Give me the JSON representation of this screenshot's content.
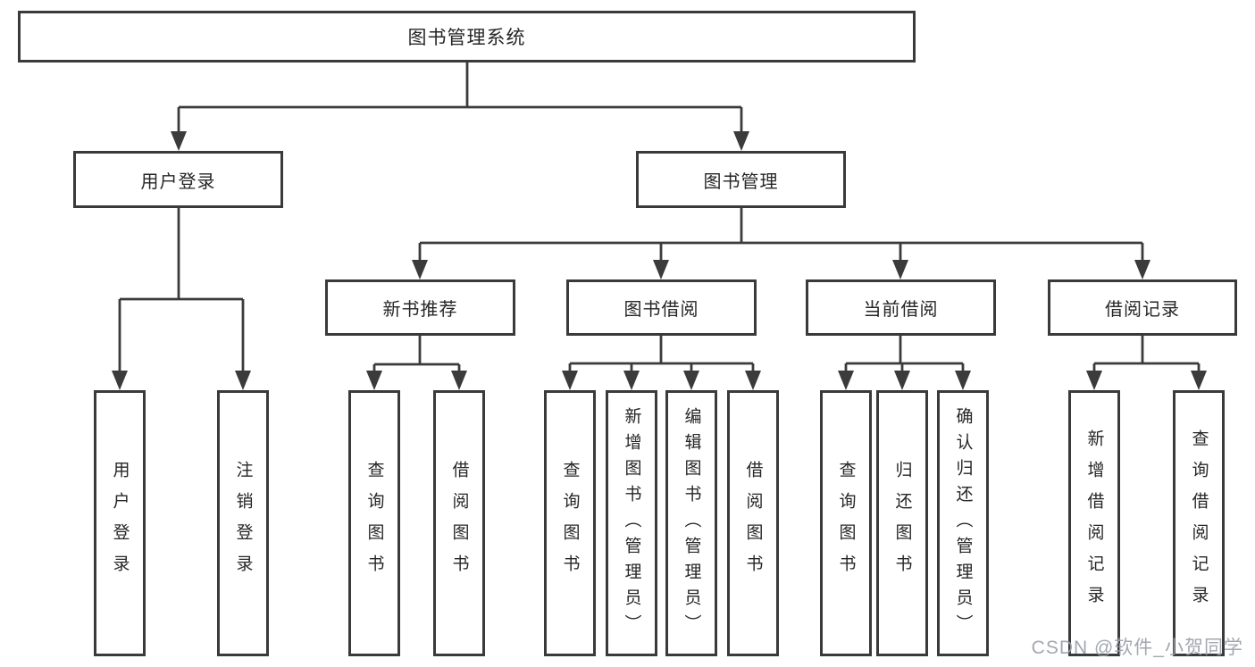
{
  "diagram": {
    "root": {
      "label": "图书管理系统"
    },
    "level2": [
      {
        "label": "用户登录"
      },
      {
        "label": "图书管理"
      }
    ],
    "level3": [
      {
        "label": "新书推荐"
      },
      {
        "label": "图书借阅"
      },
      {
        "label": "当前借阅"
      },
      {
        "label": "借阅记录"
      }
    ],
    "leaves": [
      {
        "label": "用户登录"
      },
      {
        "label": "注销登录"
      },
      {
        "label": "查询图书"
      },
      {
        "label": "借阅图书"
      },
      {
        "label": "查询图书"
      },
      {
        "label": "新增图书（管理员）"
      },
      {
        "label": "编辑图书（管理员）"
      },
      {
        "label": "借阅图书"
      },
      {
        "label": "查询图书"
      },
      {
        "label": "归还图书"
      },
      {
        "label": "确认归还（管理员）"
      },
      {
        "label": "新增借阅记录"
      },
      {
        "label": "查询借阅记录"
      }
    ]
  },
  "watermark": {
    "text": "CSDN @软件_小贺同学"
  },
  "colors": {
    "line": "#3b3b3b",
    "border": "#3a3a3a",
    "text": "#262626",
    "watermark": "#9ba0a8",
    "background": "#ffffff"
  }
}
